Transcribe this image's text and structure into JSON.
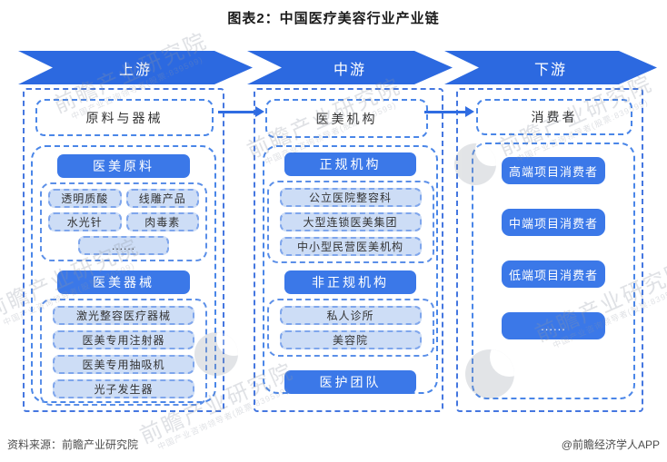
{
  "title": "图表2：中国医疗美容行业产业链",
  "stages": {
    "upstream": "上游",
    "midstream": "中游",
    "downstream": "下游"
  },
  "upstream": {
    "header": "原料与器械",
    "materials": {
      "title": "医美原料",
      "items": [
        "透明质酸",
        "线雕产品",
        "水光针",
        "肉毒素"
      ],
      "more": "......"
    },
    "devices": {
      "title": "医美器械",
      "items": [
        "激光整容医疗器械",
        "医美专用注射器",
        "医美专用抽吸机",
        "光子发生器"
      ]
    }
  },
  "midstream": {
    "header": "医美机构",
    "formal": {
      "title": "正规机构",
      "items": [
        "公立医院整容科",
        "大型连锁医美集团",
        "中小型民营医美机构"
      ]
    },
    "informal": {
      "title": "非正规机构",
      "items": [
        "私人诊所",
        "美容院"
      ]
    },
    "staff_title": "医护团队"
  },
  "downstream": {
    "header": "消费者",
    "items": [
      "高端项目消费者",
      "中端项目消费者",
      "低端项目消费者",
      "......"
    ]
  },
  "footer": {
    "source": "资料来源：前瞻产业研究院",
    "credit": "@前瞻经济学人APP"
  },
  "watermark": {
    "text": "前瞻产业研究院",
    "subtext": "中国产业咨询领导者(股票:839599)"
  },
  "colors": {
    "chevron_blue": "#2c69e0",
    "header_blue": "#3b78e8",
    "item_fill": "#cdddf6",
    "dash_border": "#4a86e8"
  }
}
